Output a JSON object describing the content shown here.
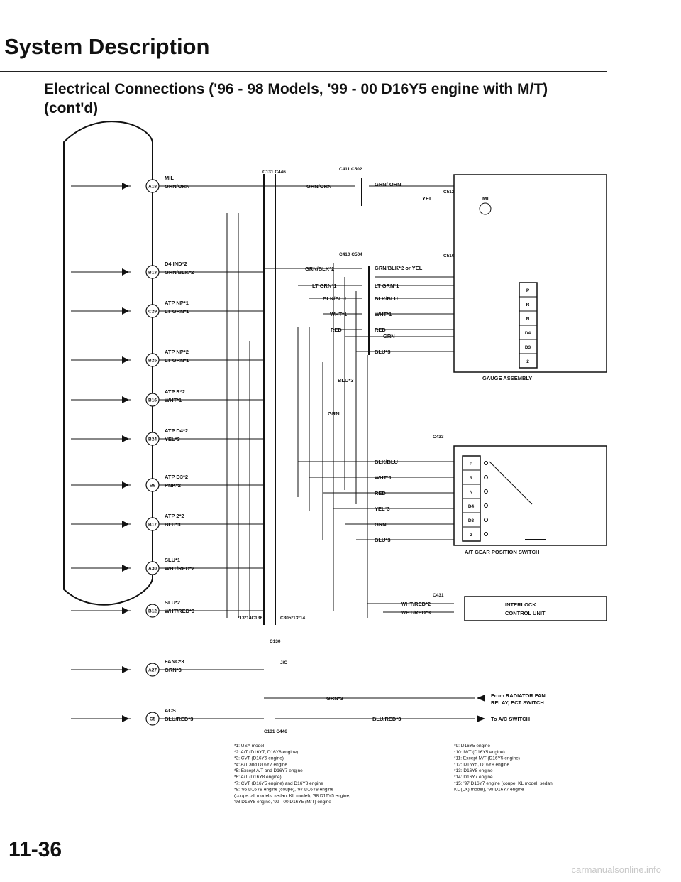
{
  "page": {
    "title": "System Description",
    "subtitle_line1": "Electrical Connections ('96 - 98 Models, '99 - 00 D16Y5 engine with M/T)",
    "subtitle_line2": "(cont'd)",
    "page_number": "11-36",
    "watermark": "carmanualsonline.info"
  },
  "pins": [
    {
      "pin": "A18",
      "name": "MIL",
      "wire": "GRN/ORN"
    },
    {
      "pin": "B13",
      "name": "D4 IND*2",
      "wire": "GRN/BLK*2"
    },
    {
      "pin": "C29",
      "name": "ATP NP*1",
      "wire": "LT GRN*1"
    },
    {
      "pin": "B25",
      "name": "ATP NP*2",
      "wire": "LT GRN*1"
    },
    {
      "pin": "B16",
      "name": "ATP R*2",
      "wire": "WHT*1"
    },
    {
      "pin": "B24",
      "name": "ATP D4*2",
      "wire": "YEL*3"
    },
    {
      "pin": "B8",
      "name": "ATP D3*2",
      "wire": "PNK*2"
    },
    {
      "pin": "B17",
      "name": "ATP 2*2",
      "wire": "BLU*3"
    },
    {
      "pin": "A30",
      "name": "SLU*1",
      "wire": "WHT/RED*2"
    },
    {
      "pin": "B12",
      "name": "SLU*2",
      "wire": "WHT/RED*3"
    },
    {
      "pin": "A27",
      "name": "FANC*3",
      "wire": "GRN*3"
    },
    {
      "pin": "C5",
      "name": "ACS",
      "wire": "BLU/RED*3"
    }
  ],
  "connectors": {
    "c131": "C131 C446",
    "c411": "C411 C502",
    "c410": "C410 C504",
    "c512": "C512",
    "c510": "C510",
    "c433": "C433",
    "c431": "C431",
    "c136": "*13*14C136",
    "c305": "C305*13*14",
    "c130": "C130",
    "jc": "J/C",
    "c131b": "C131 C446"
  },
  "wires": {
    "grn_orn": "GRN/ORN",
    "grn_blk": "GRN/BLK*2",
    "lt_grn": "LT GRN*1",
    "blk_blu": "BLK/BLU",
    "wht": "WHT*1",
    "red": "RED",
    "grn": "GRN",
    "blu": "BLU*3",
    "yel": "YEL*3",
    "wht_red2": "WHT/RED*2",
    "wht_red3": "WHT/RED*3",
    "grn_fan": "GRN*3",
    "blu_red": "BLU/RED*3",
    "grn_orn_r": "GRN/ ORN",
    "grn_blk_r": "GRN/BLK*2 or YEL",
    "yel_short": "YEL"
  },
  "gauge": {
    "label": "GAUGE ASSEMBLY",
    "mil": "MIL",
    "positions": [
      "P",
      "R",
      "N",
      "D4",
      "D3",
      "2"
    ]
  },
  "switch": {
    "label": "A/T GEAR POSITION SWITCH",
    "positions": [
      "P",
      "R",
      "N",
      "D4",
      "D3",
      "2"
    ]
  },
  "interlock": {
    "line1": "INTERLOCK",
    "line2": "CONTROL UNIT"
  },
  "fan_relay": {
    "line1": "From RADIATOR FAN",
    "line2": "RELAY, ECT SWITCH"
  },
  "ac_switch": "To A/C SWITCH",
  "footnotes_left": [
    "*1: USA model",
    "*2: A/T (D16Y7, D16Y8 engine)",
    "*3: CVT (D16Y5 engine)",
    "*4: A/T and D16Y7 engine",
    "*5: Except A/T and D16Y7 engine",
    "*6: A/T (D16Y8 engine)",
    "*7: CVT (D16Y5 engine) and D16Y8 engine",
    "*8: '96 D16Y8 engine (coupe), '97 D16Y8 engine",
    "(coupe: all models, sedan: KL model), '98 D16Y5 engine,",
    "'98 D16Y8 engine, '99 - 00 D16Y5 (M/T) engine"
  ],
  "footnotes_right": [
    "*9: D16Y5 engine",
    "*10: M/T (D16Y5 engine)",
    "*11: Except M/T (D16Y5 engine)",
    "*12: D16Y5, D16Y8 engine",
    "*13: D16Y8 engine",
    "*14: D16Y7 engine",
    "*15: '97 D16Y7 engine (coupe: KL model, sedan:",
    "KL (LX) model), '98 D16Y7 engine"
  ]
}
